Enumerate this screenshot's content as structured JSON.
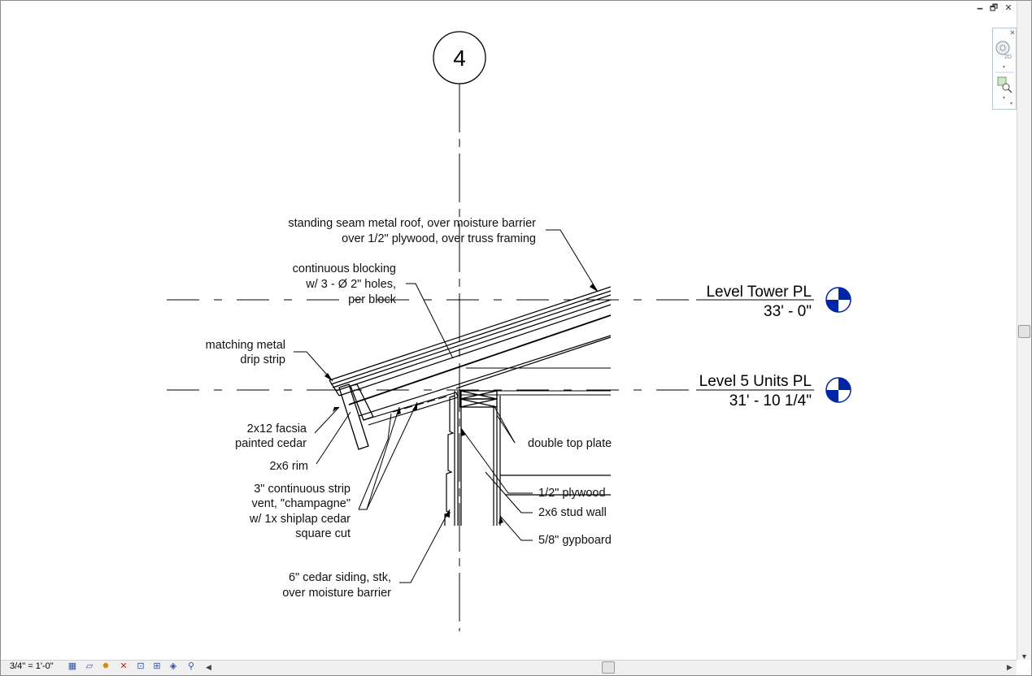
{
  "window_controls": {
    "minimize": "🗕",
    "restore": "🗗",
    "close": "✕"
  },
  "grid_bubble": "4",
  "levels": [
    {
      "name": "Level Tower PL",
      "elevation": "33' - 0\""
    },
    {
      "name": "Level 5 Units PL",
      "elevation": "31' - 10 1/4\""
    }
  ],
  "notes": {
    "roof": [
      "standing seam metal roof, over moisture barrier",
      "over 1/2\" plywood, over truss framing"
    ],
    "blocking": [
      "continuous blocking",
      "w/ 3 - Ø 2\" holes,",
      "per block"
    ],
    "drip": [
      "matching metal",
      "drip strip"
    ],
    "fascia": [
      "2x12 facsia",
      "painted cedar"
    ],
    "rim": [
      "2x6 rim"
    ],
    "vent": [
      "3\" continuous strip",
      "vent, \"champagne\"",
      "w/ 1x shiplap cedar",
      "square cut"
    ],
    "siding": [
      "6\" cedar siding, stk,",
      "over moisture barrier"
    ],
    "top_plate": [
      "double top plate"
    ],
    "plywood": [
      "1/2\" plywood"
    ],
    "stud": [
      "2x6 stud wall"
    ],
    "gyp": [
      "5/8\" gypboard"
    ]
  },
  "status_bar": {
    "scale": "3/4\" = 1'-0\"",
    "icons": [
      "detail-level-icon",
      "visual-style-icon",
      "sun-path-icon",
      "shadows-icon",
      "crop-view-icon",
      "show-crop-icon",
      "temporary-hide-icon",
      "reveal-hidden-icon",
      "analytical-model-icon"
    ]
  }
}
